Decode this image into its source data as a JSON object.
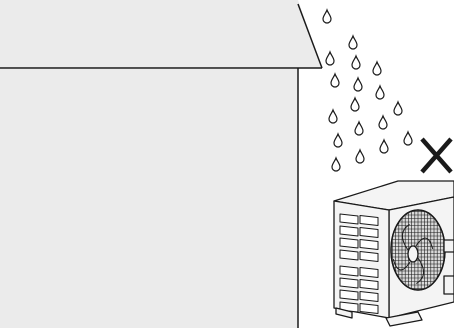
{
  "illustration": {
    "subject": "outdoor-ac-unit-in-rain",
    "colors": {
      "background": "#ffffff",
      "building_fill": "#ebebeb",
      "outline": "#1a1a1a",
      "unit_body": "#f4f4f4",
      "fan_grille": "#d9d9d9",
      "raindrop_fill": "#ffffff"
    },
    "elements": {
      "building": "house-wall-and-roof",
      "rain": "raindrop-icon",
      "warning": "cross-icon",
      "unit": "outdoor-ac-unit"
    },
    "raindrop_count": 18
  }
}
